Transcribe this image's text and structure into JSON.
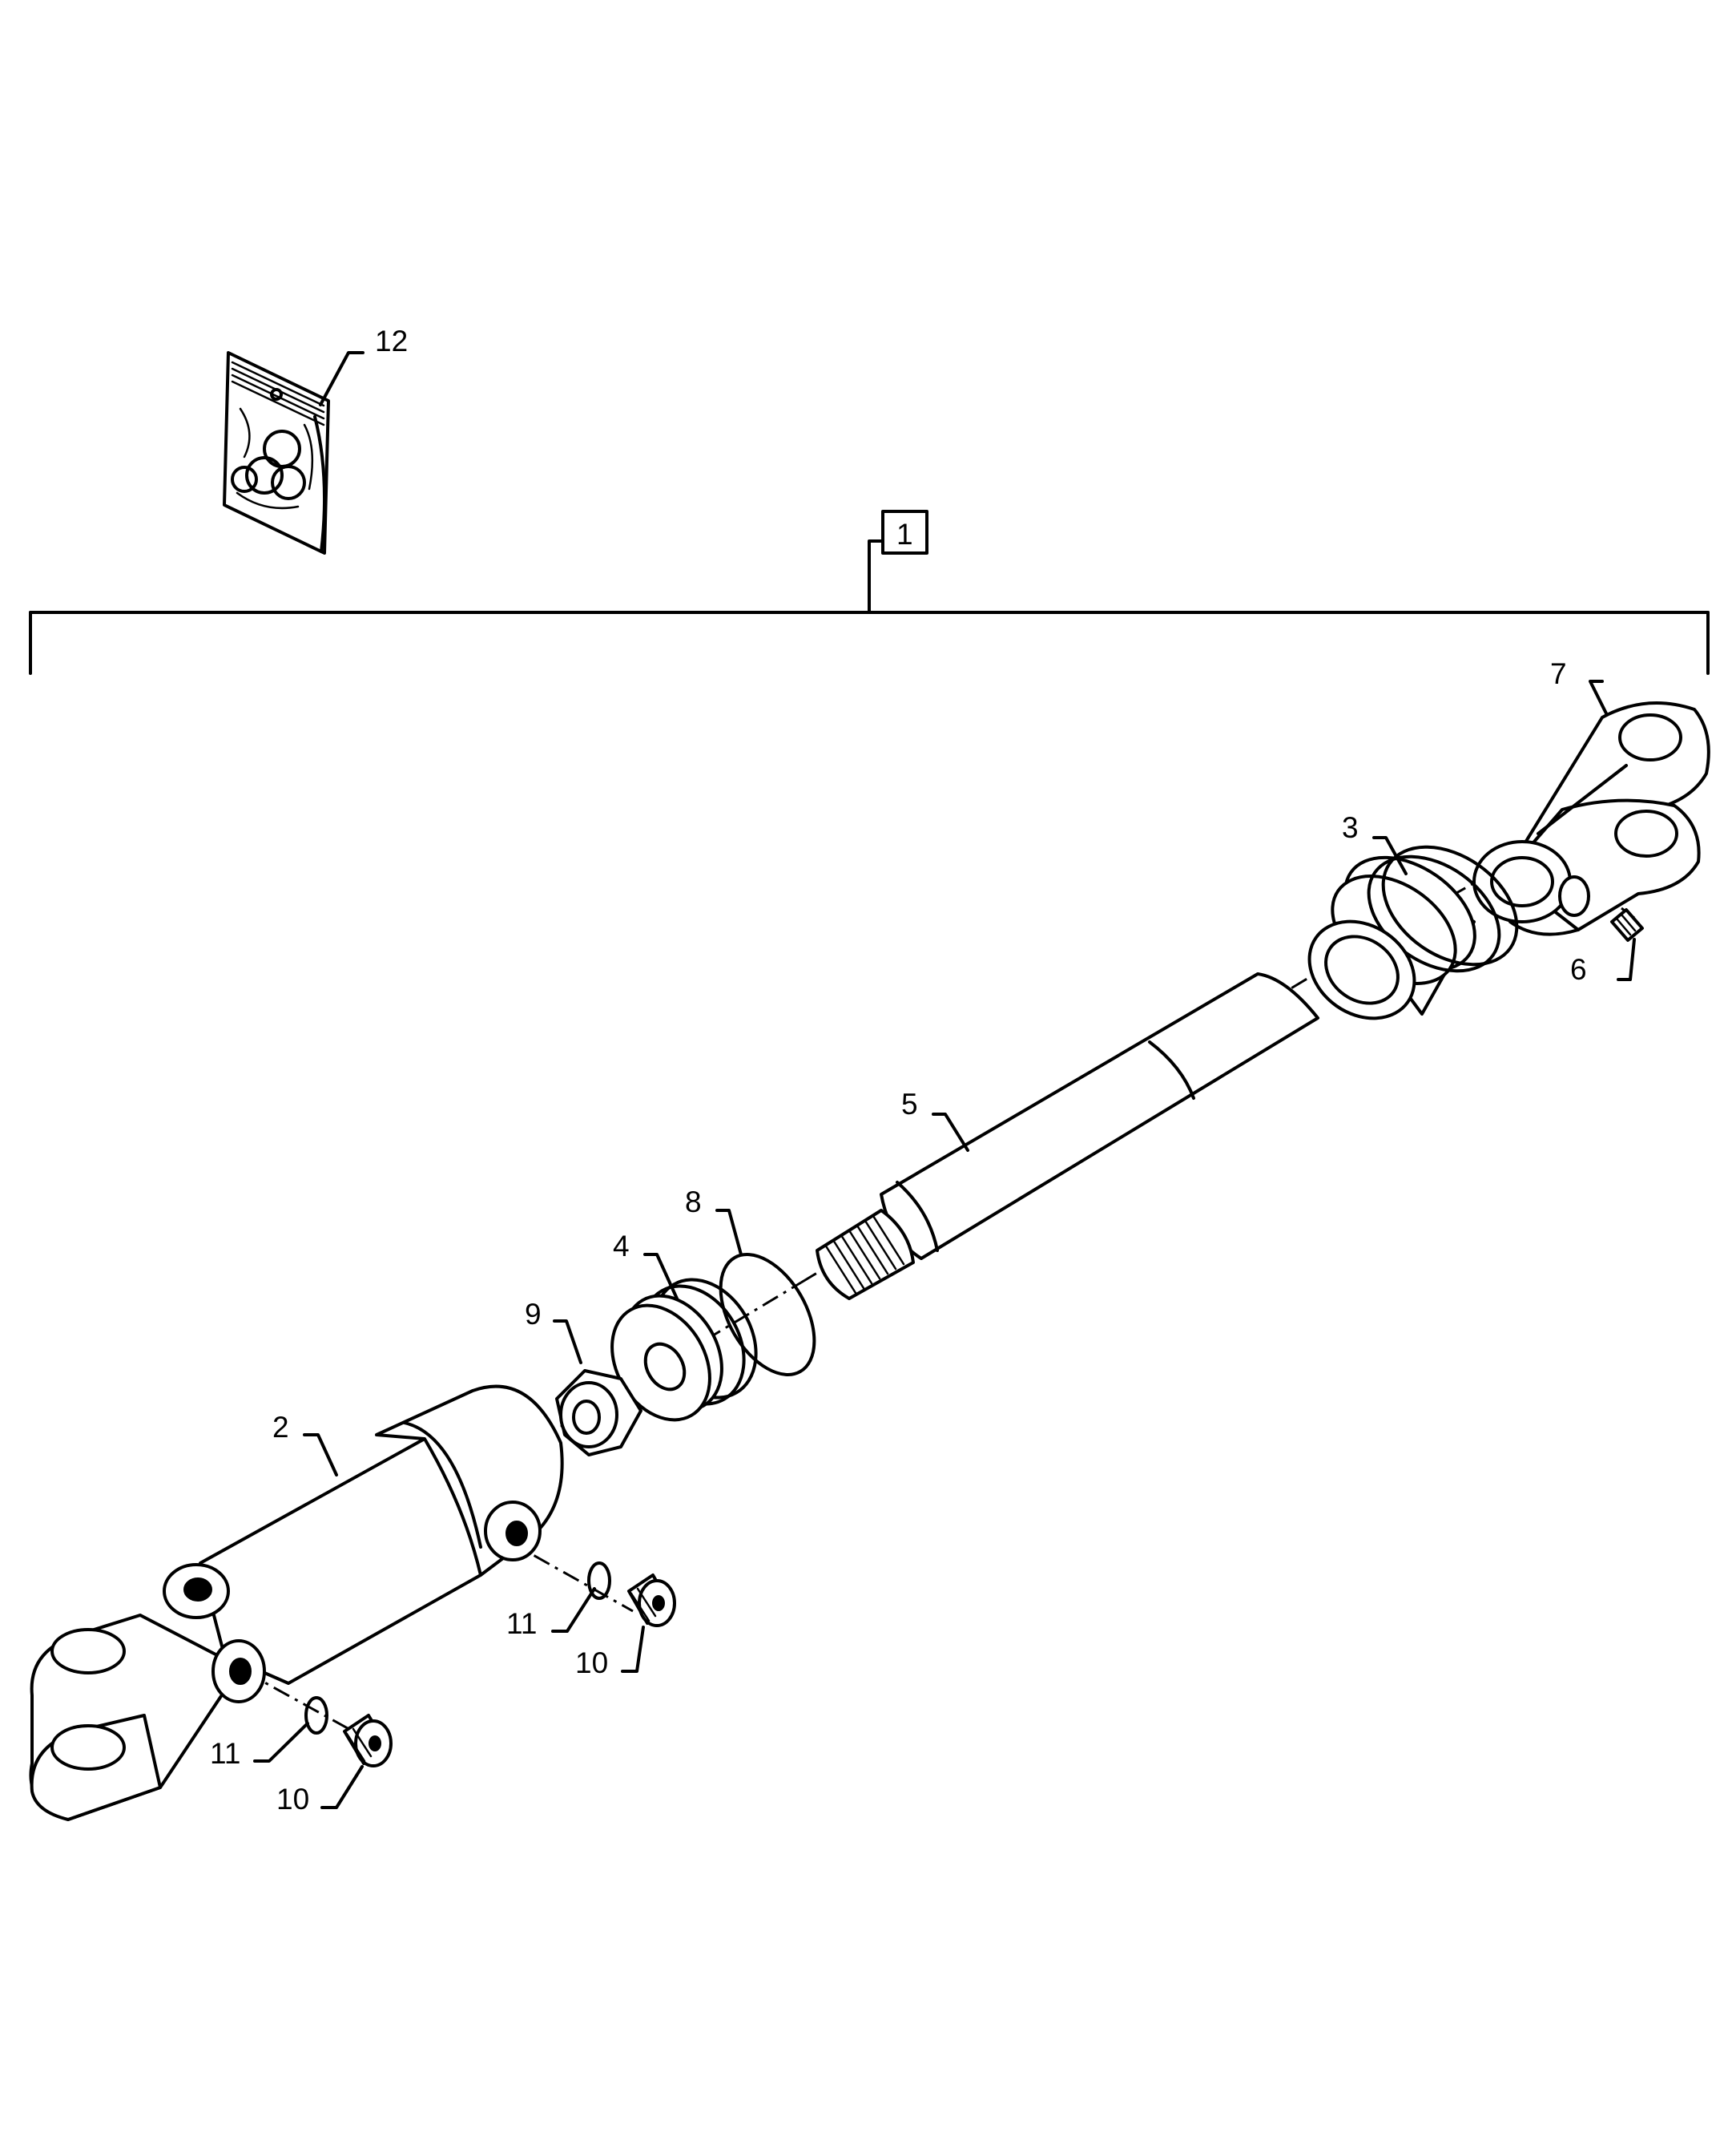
{
  "callouts": {
    "assembly": "1",
    "barrel": "2",
    "gland": "3",
    "piston": "4",
    "rod": "5",
    "grease_fitting": "6",
    "rod_eye": "7",
    "oring": "8",
    "nut": "9",
    "plug_upper": "10",
    "plug_lower": "10",
    "washer_upper": "11",
    "washer_lower": "11",
    "seal_kit": "12"
  }
}
